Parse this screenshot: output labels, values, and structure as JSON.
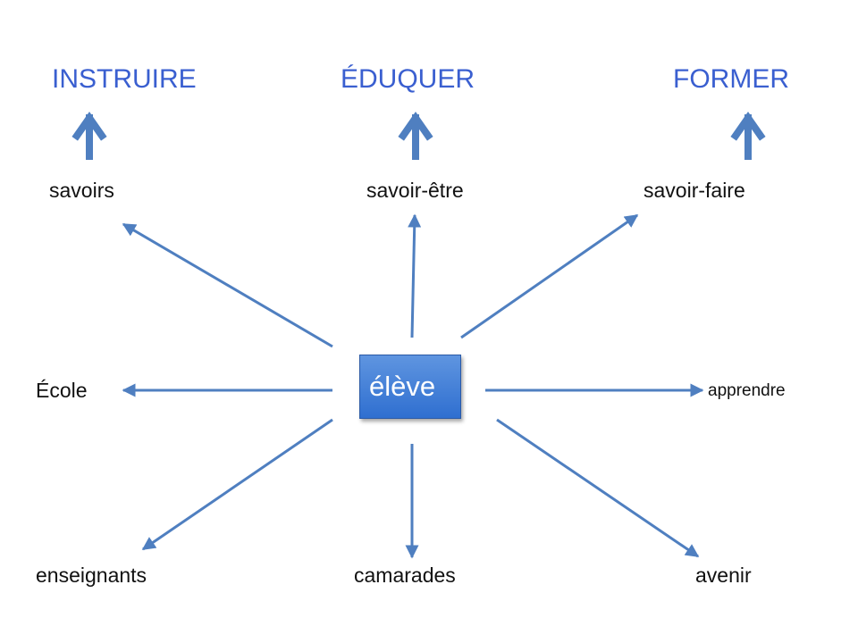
{
  "goals": [
    "INSTRUIRE",
    "ÉDUQUER",
    "FORMER"
  ],
  "center": "élève",
  "nodes": {
    "savoirs": "savoirs",
    "savoir_etre": "savoir-être",
    "savoir_faire": "savoir-faire",
    "ecole": "École",
    "apprendre": "apprendre",
    "enseignants": "enseignants",
    "camarades": "camarades",
    "avenir": "avenir"
  },
  "colors": {
    "arrow": "#4f7fc0",
    "goal_text": "#3a5fd0",
    "box": "#3b7bd6"
  }
}
